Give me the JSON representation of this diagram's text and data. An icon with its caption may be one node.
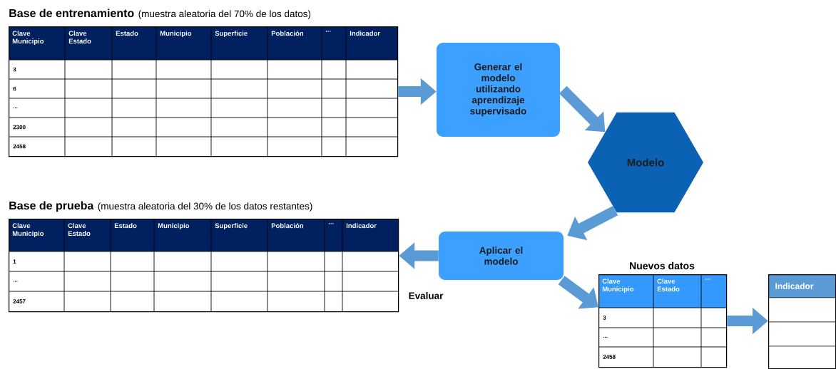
{
  "diagram": {
    "nodes": [
      {
        "text": [
          "Base de entrenamiento",
          "(muestra aleatoria del 70% de los datos)",
          "Clave Municipio",
          "Clave Estado",
          "Estado",
          "Municipio",
          "Superficie",
          "Población",
          "...",
          "Indicador",
          "3",
          "6",
          "...",
          "2300",
          "2458"
        ]
      },
      {
        "text": [
          "Generar el modelo utilizando aprendizaje supervisado"
        ]
      },
      {
        "text": [
          "Modelo"
        ]
      },
      {
        "text": [
          "Base de prueba",
          "(muestra aleatoria del 30% de los datos restantes)",
          "Clave Municipio",
          "Clave Estado",
          "Estado",
          "Municipio",
          "Superficie",
          "Población",
          "...",
          "Indicador",
          "1",
          "...",
          "2457"
        ]
      },
      {
        "text": [
          "Aplicar el modelo"
        ]
      },
      {
        "text": [
          "Nuevos datos",
          "Clave Municipio",
          "Clave Estado",
          "...",
          "3",
          "...",
          "2458"
        ]
      },
      {
        "text": [
          "Indicador"
        ]
      }
    ],
    "edges": [
      {
        "from": 0,
        "to": 1,
        "arrow": "to"
      },
      {
        "from": 1,
        "to": 2,
        "arrow": "to"
      },
      {
        "from": 2,
        "to": 4,
        "arrow": "to"
      },
      {
        "from": 4,
        "to": 3,
        "arrow": "to",
        "label": "Evaluar"
      },
      {
        "from": 4,
        "to": 5,
        "arrow": "to"
      },
      {
        "from": 5,
        "to": 6,
        "arrow": "to"
      }
    ]
  }
}
